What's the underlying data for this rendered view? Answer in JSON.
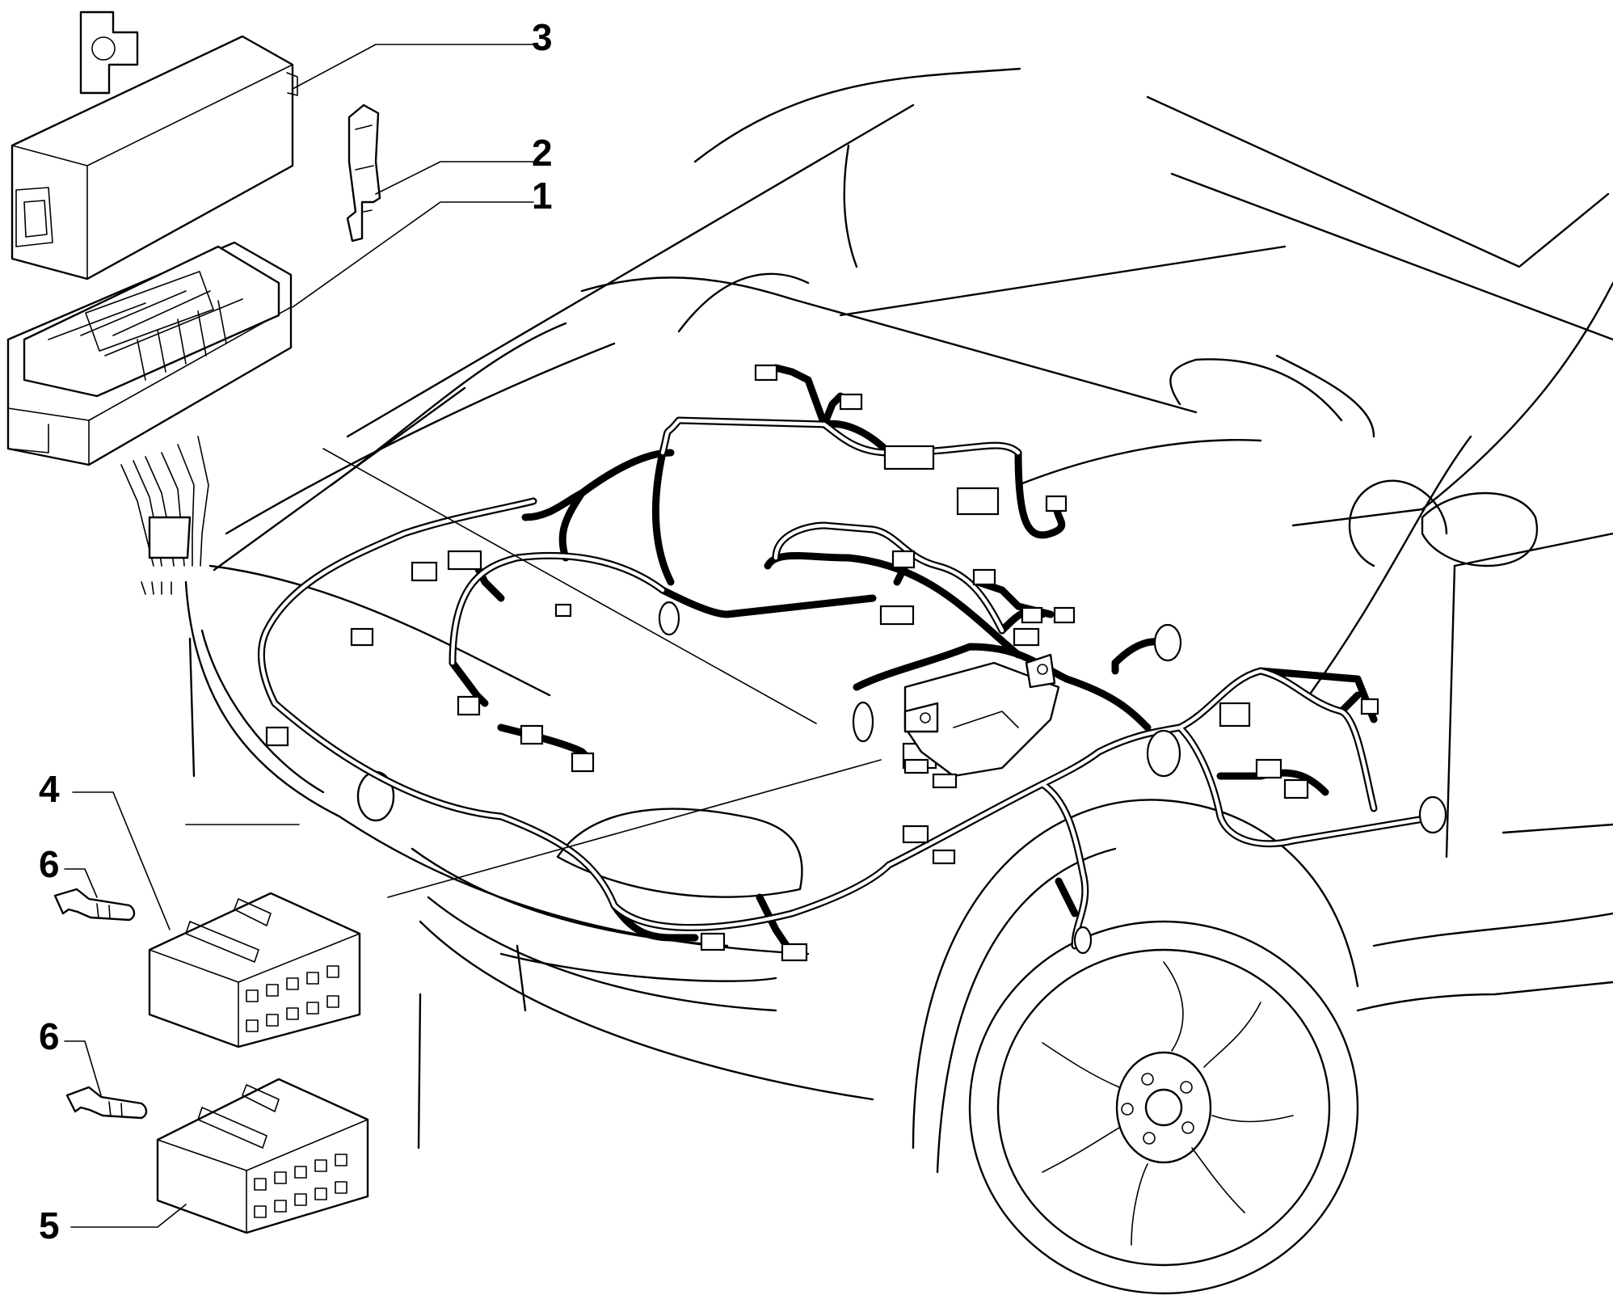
{
  "callouts": [
    {
      "id": "1",
      "label": "1"
    },
    {
      "id": "2",
      "label": "2"
    },
    {
      "id": "3",
      "label": "3"
    },
    {
      "id": "4",
      "label": "4"
    },
    {
      "id": "5",
      "label": "5"
    },
    {
      "id": "6a",
      "label": "6"
    },
    {
      "id": "6b",
      "label": "6"
    }
  ],
  "colors": {
    "line": "#000000",
    "background": "#ffffff"
  }
}
